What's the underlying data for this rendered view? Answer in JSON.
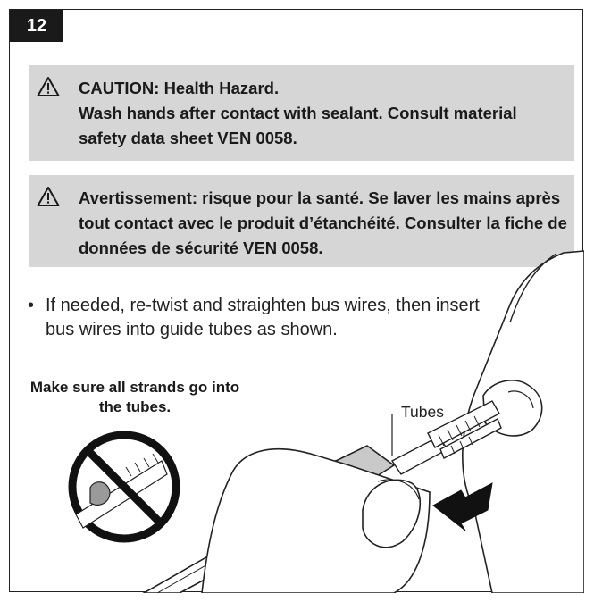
{
  "step_number": "12",
  "caution_en": {
    "icon": "warning-triangle-icon",
    "title": "CAUTION: Health Hazard.",
    "text": "Wash hands after contact with sealant. Consult material safety data sheet VEN 0058."
  },
  "caution_fr": {
    "icon": "warning-triangle-icon",
    "text": "Avertissement: risque pour la santé. Se laver les mains après tout contact avec le produit d’étanchéité. Consulter la fiche de données de sécurité VEN 0058."
  },
  "instruction": {
    "bullet": "•",
    "text": "If needed, re-twist and straighten bus wires, then insert bus wires into guide tubes as shown."
  },
  "strands_note": "Make sure all strands go into the tubes.",
  "tubes_label": "Tubes",
  "colors": {
    "box_gray": "#d6d6d6",
    "ink": "#1a1a1a"
  }
}
